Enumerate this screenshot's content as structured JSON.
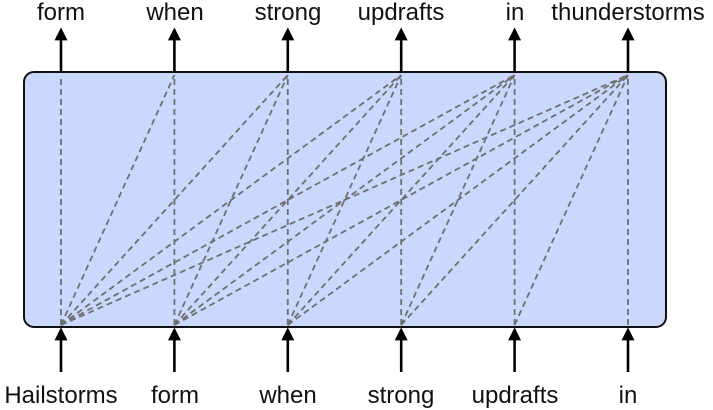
{
  "diagram": {
    "output_tokens": [
      "form",
      "when",
      "strong",
      "updrafts",
      "in",
      "thunderstorms"
    ],
    "input_tokens": [
      "Hailstorms",
      "form",
      "when",
      "strong",
      "updrafts",
      "in"
    ],
    "connections": "causal",
    "colors": {
      "block_fill": "#c9d8fc",
      "block_stroke": "#111111",
      "dashed_line": "#6f6f6f",
      "arrow": "#000000",
      "text": "#111111"
    }
  }
}
